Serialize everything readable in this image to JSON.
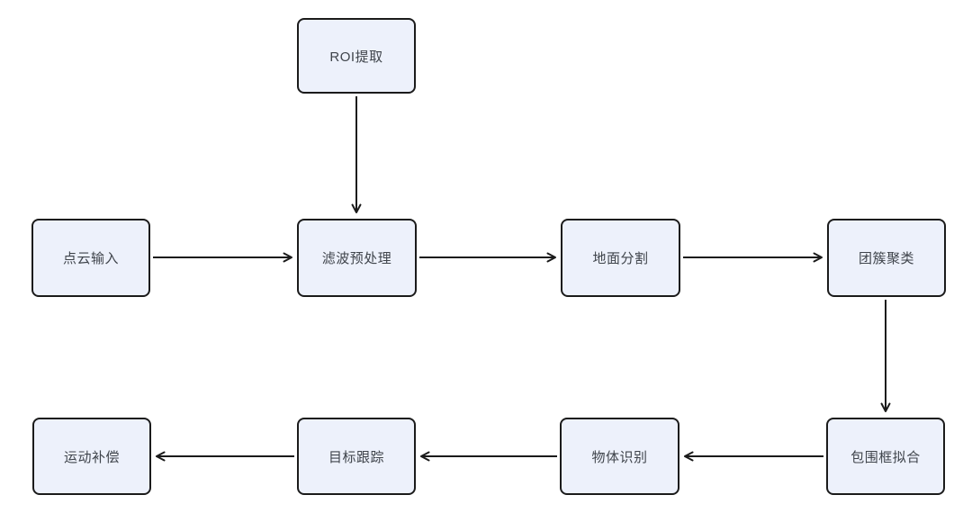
{
  "diagram": {
    "type": "flowchart",
    "nodes": [
      {
        "id": "roi",
        "label": "ROI提取"
      },
      {
        "id": "input",
        "label": "点云输入"
      },
      {
        "id": "filter",
        "label": "滤波预处理"
      },
      {
        "id": "ground",
        "label": "地面分割"
      },
      {
        "id": "cluster",
        "label": "团簇聚类"
      },
      {
        "id": "bbox",
        "label": "包围框拟合"
      },
      {
        "id": "recognize",
        "label": "物体识别"
      },
      {
        "id": "track",
        "label": "目标跟踪"
      },
      {
        "id": "motion",
        "label": "运动补偿"
      }
    ],
    "edges": [
      {
        "from": "ROI提取",
        "to": "滤波预处理",
        "direction": "down"
      },
      {
        "from": "点云输入",
        "to": "滤波预处理",
        "direction": "right"
      },
      {
        "from": "滤波预处理",
        "to": "地面分割",
        "direction": "right"
      },
      {
        "from": "地面分割",
        "to": "团簇聚类",
        "direction": "right"
      },
      {
        "from": "团簇聚类",
        "to": "包围框拟合",
        "direction": "down"
      },
      {
        "from": "包围框拟合",
        "to": "物体识别",
        "direction": "left"
      },
      {
        "from": "物体识别",
        "to": "目标跟踪",
        "direction": "left"
      },
      {
        "from": "目标跟踪",
        "to": "运动补偿",
        "direction": "left"
      }
    ],
    "colors": {
      "canvas_bg": "#ffffff",
      "node_fill": "#edf1fb",
      "node_border": "#1b1b1b",
      "arrow": "#1b1b1b",
      "text": "#3f444b"
    }
  }
}
